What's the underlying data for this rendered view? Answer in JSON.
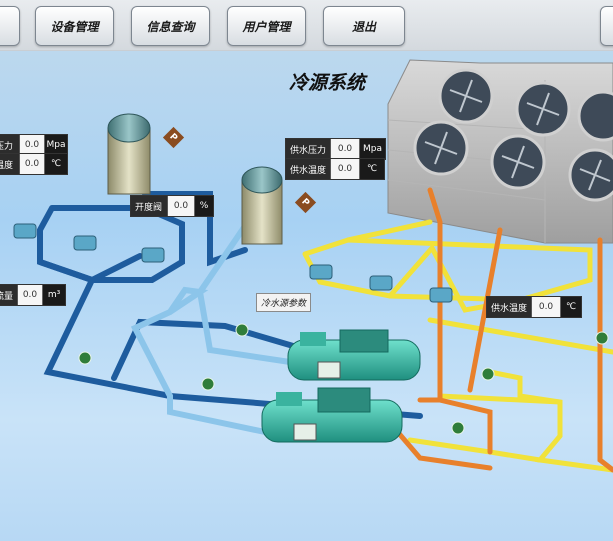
{
  "nav": {
    "device_mgmt": "设备管理",
    "info_query": "信息查询",
    "user_mgmt": "用户管理",
    "logout": "退出"
  },
  "title": "冷源系统",
  "left_panel_1": {
    "label": "压力",
    "value": "0.0",
    "unit": "Mpa"
  },
  "left_panel_2": {
    "label": "温度",
    "value": "0.0",
    "unit": "℃"
  },
  "mid_panel_1": {
    "label": "供水压力",
    "value": "0.0",
    "unit": "Mpa"
  },
  "mid_panel_2": {
    "label": "供水温度",
    "value": "0.0",
    "unit": "℃"
  },
  "valve_panel": {
    "label": "开度阀",
    "value": "0.0",
    "unit": "%"
  },
  "flow_panel": {
    "label": "流量",
    "value": "0.0",
    "unit": "m³"
  },
  "right_panel": {
    "label": "供水温度",
    "value": "0.0",
    "unit": "℃"
  },
  "chiller_params": "冷水源参数",
  "pump_icon": "P",
  "gauge_icon": "P",
  "colors": {
    "pipe_blue": "#1e5c9e",
    "pipe_light": "#8cc5ea",
    "pipe_yellow": "#f1e23a",
    "pipe_orange": "#e8802b",
    "chiller": "#3cc2ad"
  }
}
